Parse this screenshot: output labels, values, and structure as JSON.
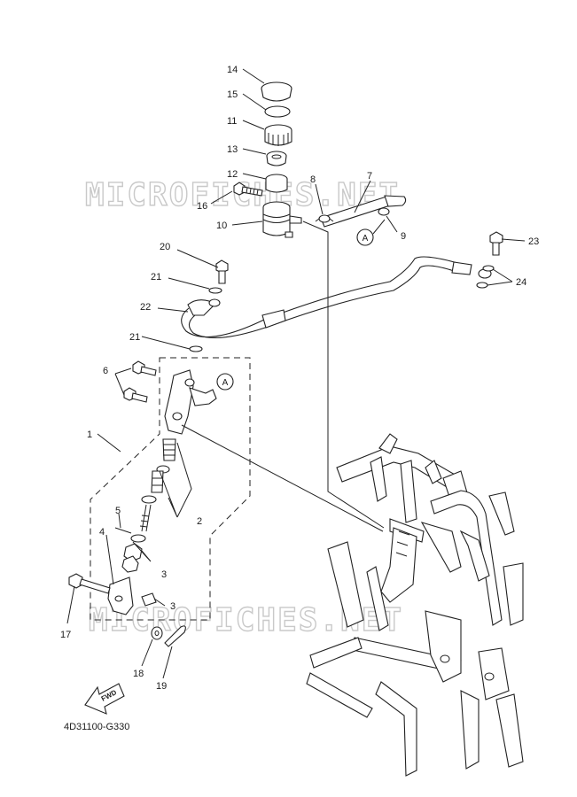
{
  "watermark": "MICROFICHES.NET",
  "diagram_code": "4D31100-G330",
  "fwd_label": "FWD",
  "ref_marker": "A",
  "callouts": [
    "1",
    "2",
    "3",
    "3",
    "4",
    "5",
    "6",
    "7",
    "8",
    "9",
    "10",
    "11",
    "12",
    "13",
    "14",
    "15",
    "16",
    "17",
    "18",
    "19",
    "20",
    "21",
    "21",
    "22",
    "23",
    "24"
  ]
}
